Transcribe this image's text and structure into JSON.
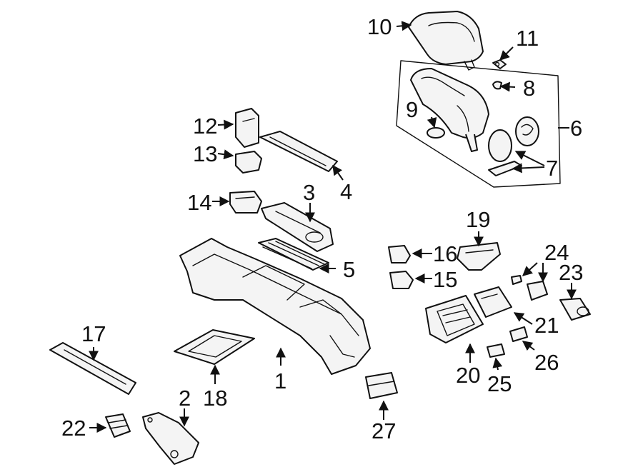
{
  "callouts": [
    {
      "id": "1",
      "text": "1"
    },
    {
      "id": "2",
      "text": "2"
    },
    {
      "id": "3",
      "text": "3"
    },
    {
      "id": "4",
      "text": "4"
    },
    {
      "id": "5",
      "text": "5"
    },
    {
      "id": "6",
      "text": "6"
    },
    {
      "id": "7",
      "text": "7"
    },
    {
      "id": "8",
      "text": "8"
    },
    {
      "id": "9",
      "text": "9"
    },
    {
      "id": "10",
      "text": "10"
    },
    {
      "id": "11",
      "text": "11"
    },
    {
      "id": "12",
      "text": "12"
    },
    {
      "id": "13",
      "text": "13"
    },
    {
      "id": "14",
      "text": "14"
    },
    {
      "id": "15",
      "text": "15"
    },
    {
      "id": "16",
      "text": "16"
    },
    {
      "id": "17",
      "text": "17"
    },
    {
      "id": "18",
      "text": "18"
    },
    {
      "id": "19",
      "text": "19"
    },
    {
      "id": "20",
      "text": "20"
    },
    {
      "id": "21",
      "text": "21"
    },
    {
      "id": "22",
      "text": "22"
    },
    {
      "id": "23",
      "text": "23"
    },
    {
      "id": "24",
      "text": "24"
    },
    {
      "id": "25",
      "text": "25"
    },
    {
      "id": "26",
      "text": "26"
    },
    {
      "id": "27",
      "text": "27"
    }
  ],
  "colors": {
    "line": "#111111",
    "fill": "#f4f4f4",
    "background": "#ffffff"
  }
}
